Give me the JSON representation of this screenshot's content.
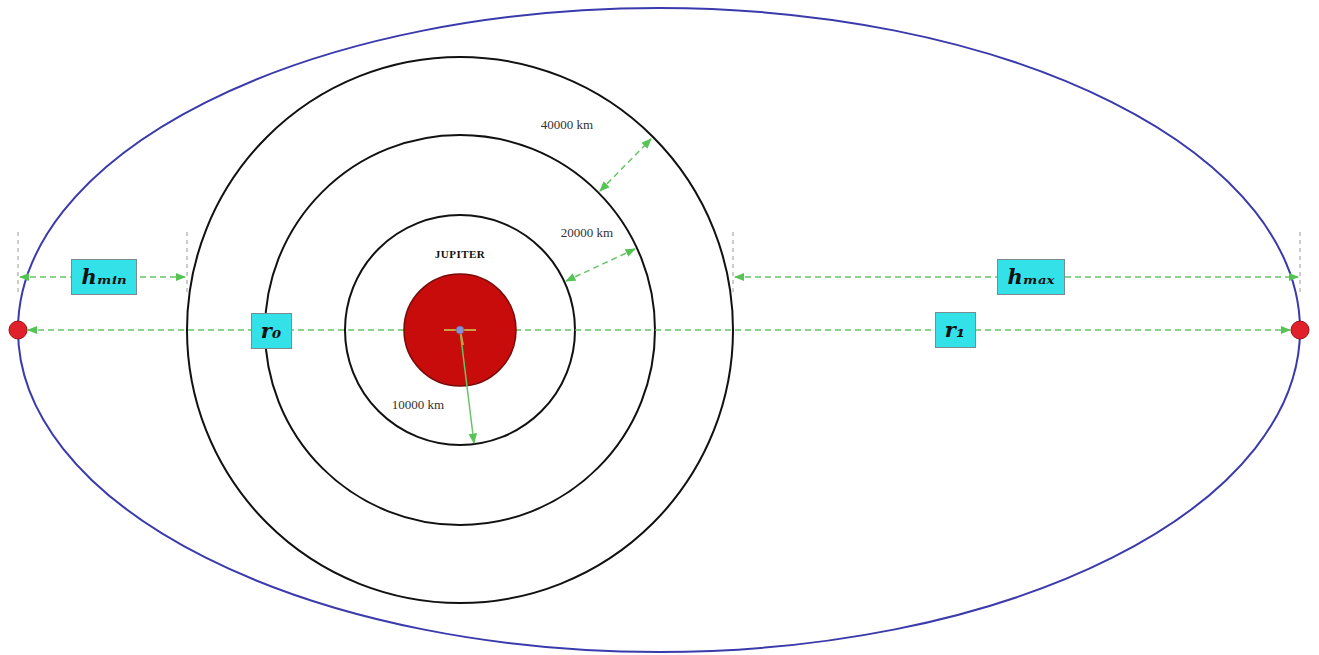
{
  "diagram": {
    "nodes": [
      {
        "text": [
          "JUPITER"
        ]
      },
      {
        "text": [
          "hₘᵢₙ"
        ]
      },
      {
        "text": [
          "r₀"
        ]
      },
      {
        "text": [
          "r₁"
        ]
      },
      {
        "text": [
          "hₘₐₓ"
        ]
      }
    ],
    "labels": [
      "40000 km",
      "20000 km",
      "10000 km"
    ]
  }
}
